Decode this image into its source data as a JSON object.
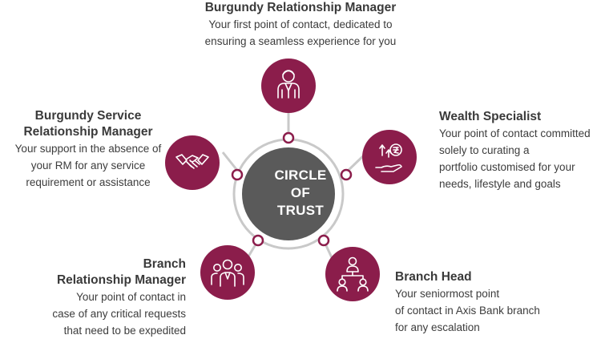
{
  "center": {
    "line1": "CIRCLE",
    "line2": "OF",
    "line3": "TRUST"
  },
  "colors": {
    "accent": "#8b1d4b",
    "hub": "#5a5a5a",
    "ring": "#c9c9c9"
  },
  "nodes": [
    {
      "icon": "relationship-manager-icon",
      "title": "Burgundy Relationship Manager",
      "desc_lines": [
        "Your first point of contact, dedicated to",
        "ensuring a seamless experience for you"
      ]
    },
    {
      "icon": "wealth-growth-icon",
      "title": "Wealth Specialist",
      "desc_lines": [
        "Your point of contact committed",
        "solely to curating a",
        "portfolio customised for your",
        "needs, lifestyle and goals"
      ]
    },
    {
      "icon": "hierarchy-icon",
      "title": "Branch Head",
      "desc_lines": [
        "Your seniormost point",
        "of contact in Axis Bank branch",
        "for any escalation"
      ]
    },
    {
      "icon": "team-icon",
      "title_lines": [
        "Branch",
        "Relationship Manager"
      ],
      "desc_lines": [
        "Your point of contact in",
        "case of any critical requests",
        "that need to be expedited"
      ]
    },
    {
      "icon": "handshake-icon",
      "title_lines": [
        "Burgundy Service",
        "Relationship Manager"
      ],
      "desc_lines": [
        "Your support in the absence of",
        "your RM for any service",
        "requirement or assistance"
      ]
    }
  ]
}
